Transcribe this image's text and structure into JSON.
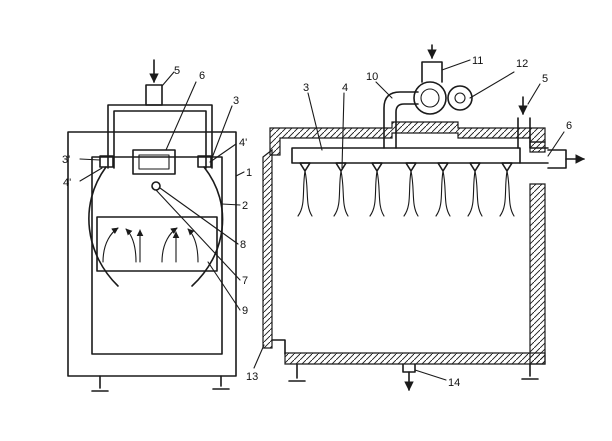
{
  "callouts": {
    "n1": "1",
    "n2": "2",
    "n3_left": "3",
    "n3_prime": "3'",
    "n4_prime_left": "4'",
    "n4_prime_right": "4'",
    "n5_left": "5",
    "n6_left": "6",
    "n7": "7",
    "n8": "8",
    "n9": "9",
    "n3_right": "3",
    "n4_right": "4",
    "n5_right": "5",
    "n6_right": "6",
    "n10": "10",
    "n11": "11",
    "n12": "12",
    "n13": "13",
    "n14": "14"
  },
  "colors": {
    "ink": "#1a1a1a",
    "paper": "#ffffff"
  }
}
